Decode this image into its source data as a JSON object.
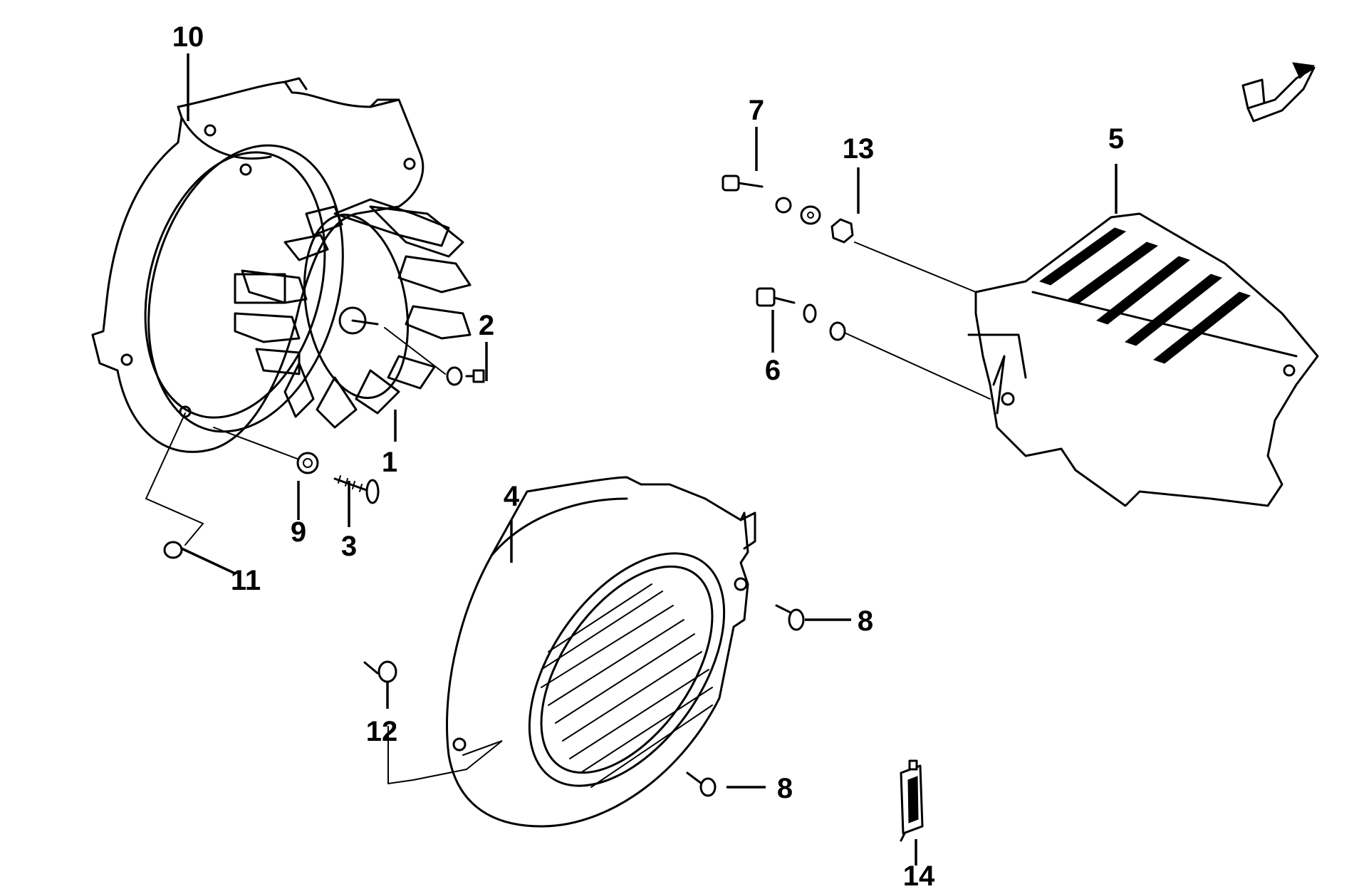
{
  "callouts": {
    "c1": "1",
    "c2": "2",
    "c3": "3",
    "c4": "4",
    "c5": "5",
    "c6": "6",
    "c7": "7",
    "c8a": "8",
    "c8b": "8",
    "c9": "9",
    "c10": "10",
    "c11": "11",
    "c12": "12",
    "c13": "13",
    "c14": "14"
  }
}
